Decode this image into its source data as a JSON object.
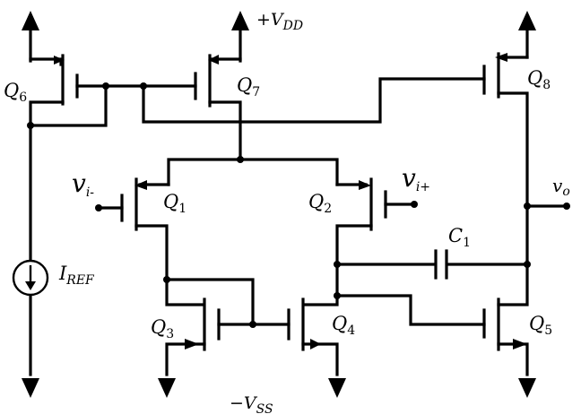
{
  "labels": {
    "q6": "Q6",
    "q7": "Q7",
    "q8": "Q8",
    "q1": "Q1",
    "q2": "Q2",
    "q3": "Q3",
    "q4": "Q4",
    "q5": "Q5",
    "vdd": "+VDD",
    "vss": "−VSS",
    "vin_minus": "vi-",
    "vin_plus": "vi+",
    "vout": "vo",
    "c1": "C1",
    "iref": "IREF"
  },
  "icons": [
    "arrow-up-icon",
    "arrow-down-icon",
    "current-source-icon"
  ]
}
